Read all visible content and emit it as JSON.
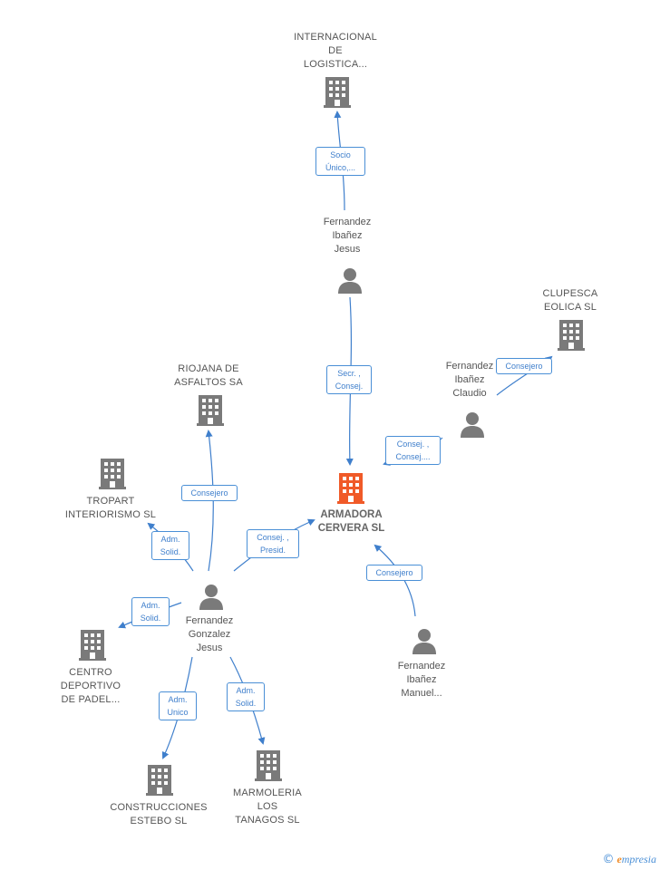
{
  "colors": {
    "edge": "#3f7fcc",
    "company_icon": "#7a7a7a",
    "center_icon": "#f05a28",
    "person_icon": "#7a7a7a",
    "text": "#555555"
  },
  "nodes": {
    "internacional": {
      "label": "INTERNACIONAL\nDE\nLOGISTICA...",
      "kind": "company"
    },
    "jesus_ibanez": {
      "label": "Fernandez\nIbañez\nJesus",
      "kind": "person"
    },
    "clupesca": {
      "label": "CLUPESCA\nEOLICA SL",
      "kind": "company"
    },
    "claudio": {
      "label": "Fernandez\nIbañez\nClaudio",
      "kind": "person"
    },
    "riojana": {
      "label": "RIOJANA DE\nASFALTOS SA",
      "kind": "company"
    },
    "armadora": {
      "label": "ARMADORA\nCERVERA SL",
      "kind": "company-center"
    },
    "tropart": {
      "label": "TROPART\nINTERIORISMO SL",
      "kind": "company"
    },
    "jesus_gonzalez": {
      "label": "Fernandez\nGonzalez\nJesus",
      "kind": "person"
    },
    "centro": {
      "label": "CENTRO\nDEPORTIVO\nDE PADEL...",
      "kind": "company"
    },
    "manuel": {
      "label": "Fernandez\nIbañez\nManuel...",
      "kind": "person"
    },
    "construcciones": {
      "label": "CONSTRUCCIONES\nESTEBO SL",
      "kind": "company"
    },
    "marmoleria": {
      "label": "MARMOLERIA\nLOS\nTANAGOS SL",
      "kind": "company"
    }
  },
  "edges": {
    "socio_unico": "Socio\nÚnico,...",
    "secr_consej": "Secr. ,\nConsej.",
    "consejero_clupesca": "Consejero",
    "consej_claudio": "Consej. ,\nConsej....",
    "consejero_riojana": "Consejero",
    "consej_presid": "Consej. ,\nPresid.",
    "adm_solid_tropart": "Adm.\nSolid.",
    "adm_solid_centro": "Adm.\nSolid.",
    "consejero_manuel": "Consejero",
    "adm_unico": "Adm.\nUnico",
    "adm_solid_marmoleria": "Adm.\nSolid."
  },
  "brand": {
    "copyright": "©",
    "initial": "e",
    "rest": "mpresia"
  }
}
